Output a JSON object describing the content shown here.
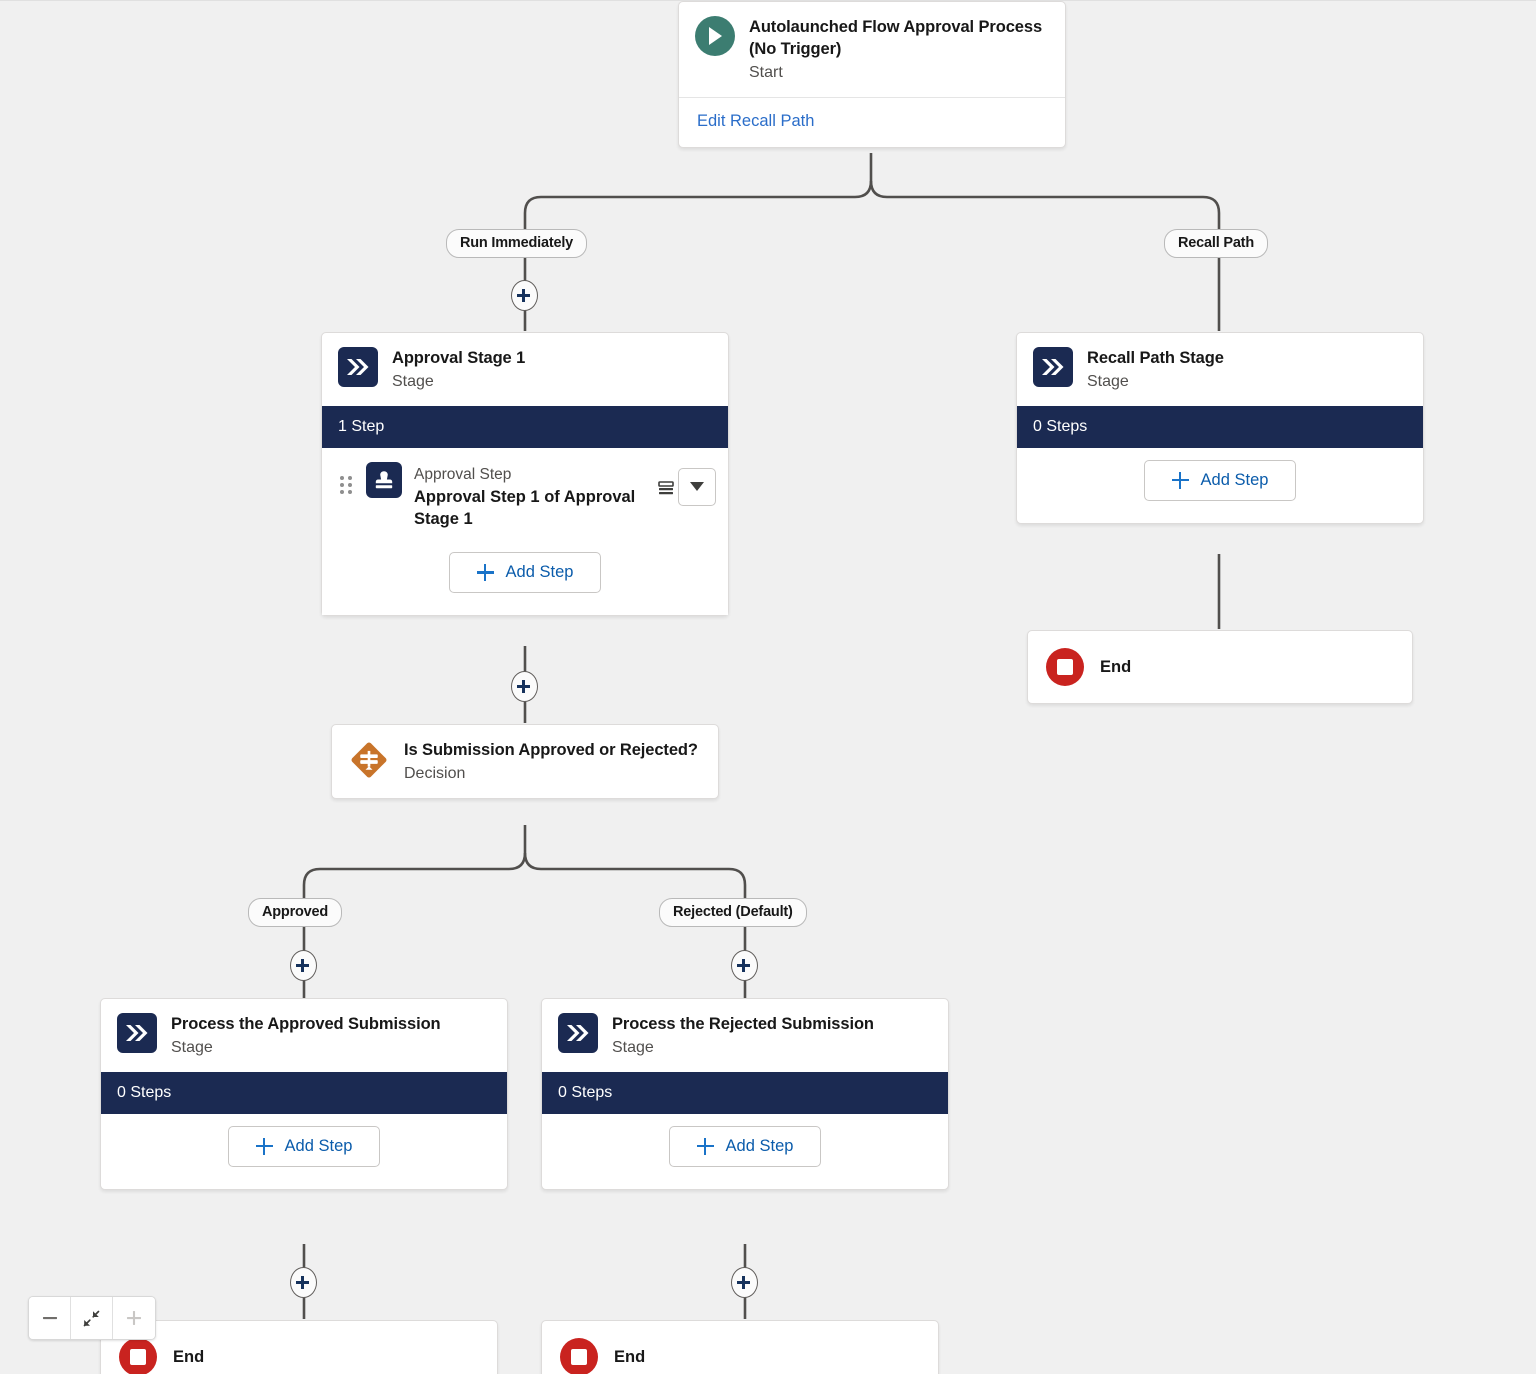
{
  "canvas": {
    "background": "#f0f0f0",
    "connector_color": "#514f4d"
  },
  "colors": {
    "stage_navy": "#1b2a52",
    "start_green": "#3c7d71",
    "decision_orange": "#c8742a",
    "end_red": "#c9231f",
    "link_blue": "#2a6dc9",
    "action_blue": "#0b5cab"
  },
  "start_node": {
    "title": "Autolaunched Flow Approval Process (No Trigger)",
    "subtitle": "Start",
    "icon": "play-icon",
    "footer_link": "Edit Recall Path"
  },
  "branch_labels": {
    "run_immediately": "Run Immediately",
    "recall_path": "Recall Path",
    "approved": "Approved",
    "rejected_default": "Rejected (Default)"
  },
  "approval_stage": {
    "title": "Approval Stage 1",
    "subtitle": "Stage",
    "icon": "stage-chevrons-icon",
    "steps_count_label": "1 Step",
    "add_step_label": "Add Step",
    "step": {
      "kicker": "Approval Step",
      "name": "Approval Step 1 of Approval Stage 1",
      "icon": "approval-stamp-icon",
      "list_icon": "list-icon",
      "menu_icon": "chevron-down-icon"
    }
  },
  "recall_stage": {
    "title": "Recall Path Stage",
    "subtitle": "Stage",
    "icon": "stage-chevrons-icon",
    "steps_count_label": "0 Steps",
    "add_step_label": "Add Step"
  },
  "decision_node": {
    "title": "Is Submission Approved or Rejected?",
    "subtitle": "Decision",
    "icon": "decision-diamond-icon"
  },
  "approved_stage": {
    "title": "Process the Approved Submission",
    "subtitle": "Stage",
    "icon": "stage-chevrons-icon",
    "steps_count_label": "0 Steps",
    "add_step_label": "Add Step"
  },
  "rejected_stage": {
    "title": "Process the Rejected Submission",
    "subtitle": "Stage",
    "icon": "stage-chevrons-icon",
    "steps_count_label": "0 Steps",
    "add_step_label": "Add Step"
  },
  "end_nodes": {
    "recall_end": "End",
    "approved_end": "End",
    "rejected_end": "End"
  },
  "zoom_controls": {
    "zoom_out": "zoom-out-icon",
    "fit_to_view": "fit-to-view-icon",
    "zoom_in": "zoom-in-icon",
    "zoom_in_disabled": true
  }
}
